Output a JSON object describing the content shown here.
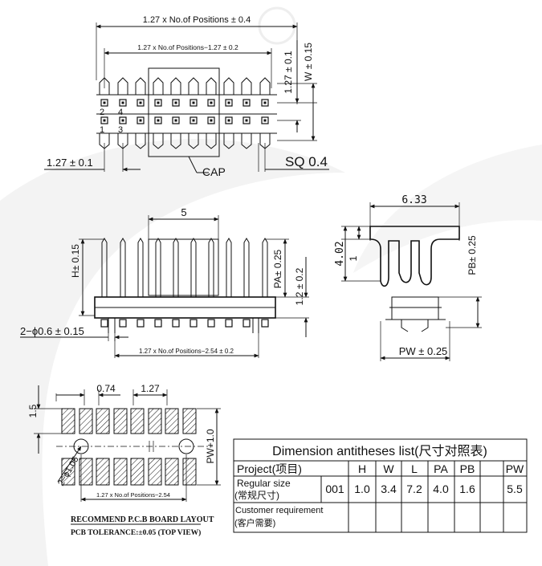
{
  "top_view": {
    "dim_overall": "1.27 x No.of Positions ± 0.4",
    "dim_inner": "1.27 x No.of Positions−1.27 ± 0.2",
    "dim_row_pitch": "1.27 ± 0.1",
    "dim_width": "W ± 0.15",
    "dim_pitch": "1.27 ± 0.1",
    "pin_numbers": [
      "2",
      "4",
      "1",
      "3"
    ],
    "cap_label": "CAP",
    "sq_label": "SQ 0.4"
  },
  "front_view": {
    "dim_five": "5",
    "dim_h": "H± 0.15",
    "dim_pa": "PA± 0.25",
    "dim_twelve": "1.2 ± 0.2",
    "dim_hole": "2−ϕ0.6 ± 0.15",
    "dim_base": "1.27 x No.of Positions−2.54 ± 0.2"
  },
  "side_view": {
    "dim_width": "6.33",
    "dim_height": "4.02",
    "dim_one": "1",
    "dim_pb": "PB± 0.25",
    "dim_pw": "PW ± 0.25"
  },
  "pcb_layout": {
    "dim_pad_w": "0.74",
    "dim_pitch": "1.27",
    "dim_pad_h": "1.5",
    "dim_pw": "PW+1.0",
    "dim_hole": "2−ϕ1.05",
    "dim_span": "1.27 x No.of Positions−2.54",
    "caption_1": "RECOMMEND P.C.B BOARD LAYOUT",
    "caption_2": "PCB TOLERANCE:±0.05 (TOP VIEW)"
  },
  "table": {
    "title": "Dimension antitheses list(尺寸对照表)",
    "header": [
      "Project(项目)",
      "H",
      "W",
      "L",
      "PA",
      "PB",
      "PW"
    ],
    "regular_label_1": "Regular size",
    "regular_label_2": "(常规尺寸)",
    "regular_code": "001",
    "regular_values": [
      "1.0",
      "3.4",
      "7.2",
      "4.0",
      "1.6",
      "5.5"
    ],
    "custom_label_1": "Customer requirement",
    "custom_label_2": "(客户需要)"
  }
}
